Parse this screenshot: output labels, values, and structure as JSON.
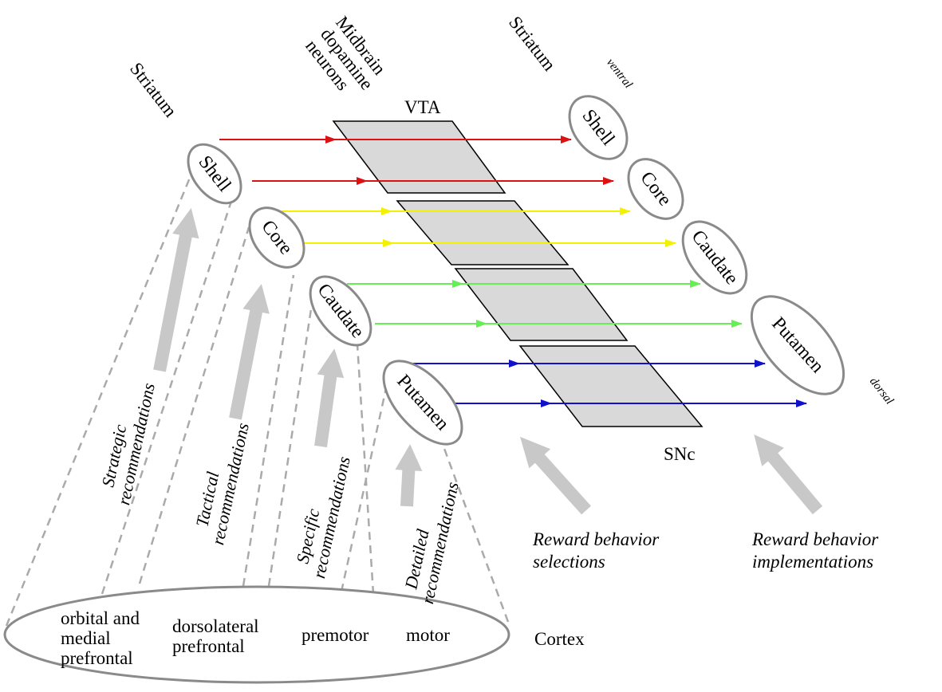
{
  "title": "",
  "labels": {
    "striatum_left": "Striatum",
    "striatum_right": "Striatum",
    "midbrain": [
      "Midbrain",
      "dopamine",
      "neurons"
    ],
    "vta": "VTA",
    "snc": "SNc",
    "ventral": "ventral",
    "dorsal": "dorsal",
    "cortex": "Cortex"
  },
  "left_striatum": [
    "Shell",
    "Core",
    "Caudate",
    "Putamen"
  ],
  "right_striatum": [
    "Shell",
    "Core",
    "Caudate",
    "Putamen"
  ],
  "recommendations": [
    [
      "Strategic",
      "recommendations"
    ],
    [
      "Tactical",
      "recommendations"
    ],
    [
      "Specific",
      "recommendations"
    ],
    [
      "Detailed",
      "recommendations"
    ]
  ],
  "reward": {
    "selections": [
      "Reward behavior",
      "selections"
    ],
    "implementations": [
      "Reward behavior",
      "implementations"
    ]
  },
  "cortex_regions": {
    "orbital": [
      "orbital and",
      "medial",
      "prefrontal"
    ],
    "dorsolateral": [
      "dorsolateral",
      "prefrontal"
    ],
    "premotor": "premotor",
    "motor": "motor"
  },
  "colors": {
    "shell": "#dd1111",
    "core": "#f2f200",
    "caudate": "#66ee55",
    "putamen": "#1111cc",
    "oval_stroke": "#8a8a8a",
    "big_arrow": "#c8c8c8",
    "box_fill": "#d9d9d9"
  }
}
